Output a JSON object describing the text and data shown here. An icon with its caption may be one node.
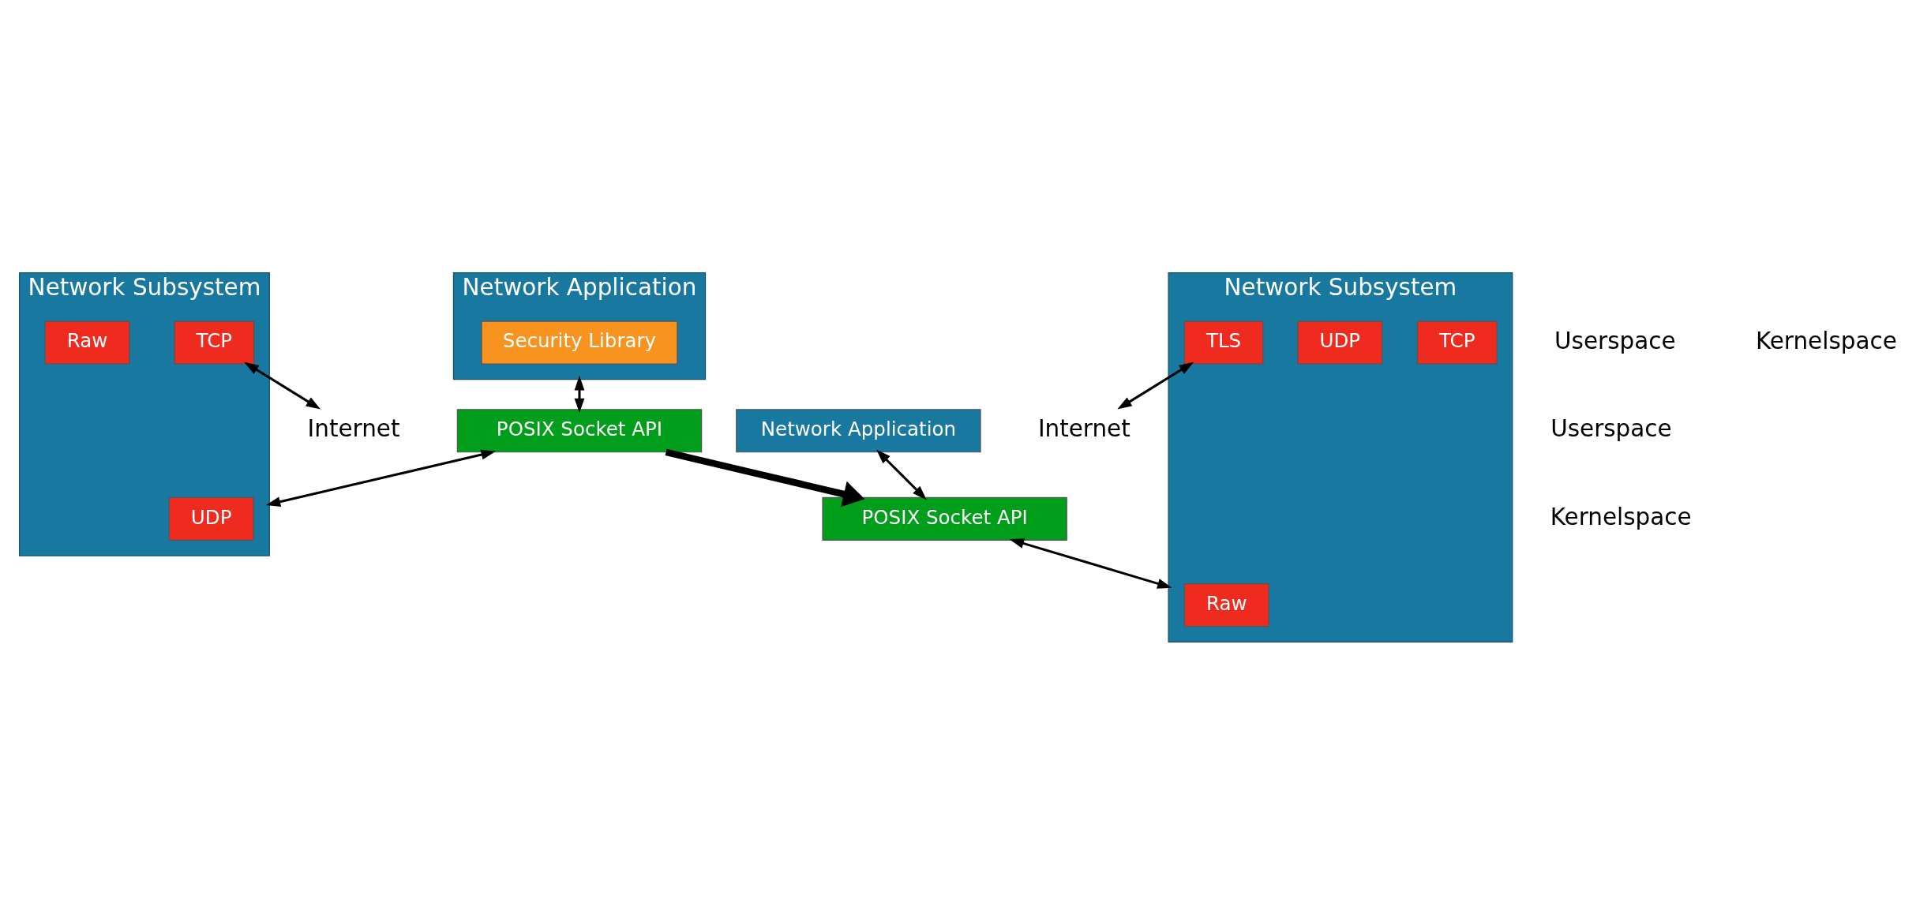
{
  "diagram": {
    "nodes": [
      {
        "text": [
          "Network Application"
        ]
      },
      {
        "text": [
          "Security Library"
        ],
        "in": 0
      },
      {
        "text": [
          "POSIX Socket API"
        ]
      },
      {
        "text": [
          "Network Subsystem"
        ]
      },
      {
        "text": [
          "TCP"
        ],
        "in": 3
      },
      {
        "text": [
          "UDP"
        ],
        "in": 3
      },
      {
        "text": [
          "Raw"
        ],
        "in": 3
      },
      {
        "text": [
          "Internet"
        ]
      },
      {
        "text": [
          "Network Application"
        ]
      },
      {
        "text": [
          "POSIX Socket API"
        ]
      },
      {
        "text": [
          "Network Subsystem"
        ]
      },
      {
        "text": [
          "TCP"
        ],
        "in": 10
      },
      {
        "text": [
          "UDP"
        ],
        "in": 10
      },
      {
        "text": [
          "Raw"
        ],
        "in": 10
      },
      {
        "text": [
          "TLS"
        ],
        "in": 10
      },
      {
        "text": [
          "Internet"
        ]
      }
    ],
    "edges": [
      {
        "from": 0,
        "to": 2,
        "arrow": "both"
      },
      {
        "from": 2,
        "to": 3,
        "arrow": "both"
      },
      {
        "from": 4,
        "to": 7,
        "arrow": "both"
      },
      {
        "from": 2,
        "to": 9,
        "arrow": "to",
        "style": "thick"
      },
      {
        "from": 8,
        "to": 9,
        "arrow": "both"
      },
      {
        "from": 9,
        "to": 10,
        "arrow": "both"
      },
      {
        "from": 14,
        "to": 15,
        "arrow": "both"
      }
    ],
    "labels": [
      "Userspace",
      "Kernelspace",
      "Userspace",
      "Kernelspace"
    ]
  }
}
